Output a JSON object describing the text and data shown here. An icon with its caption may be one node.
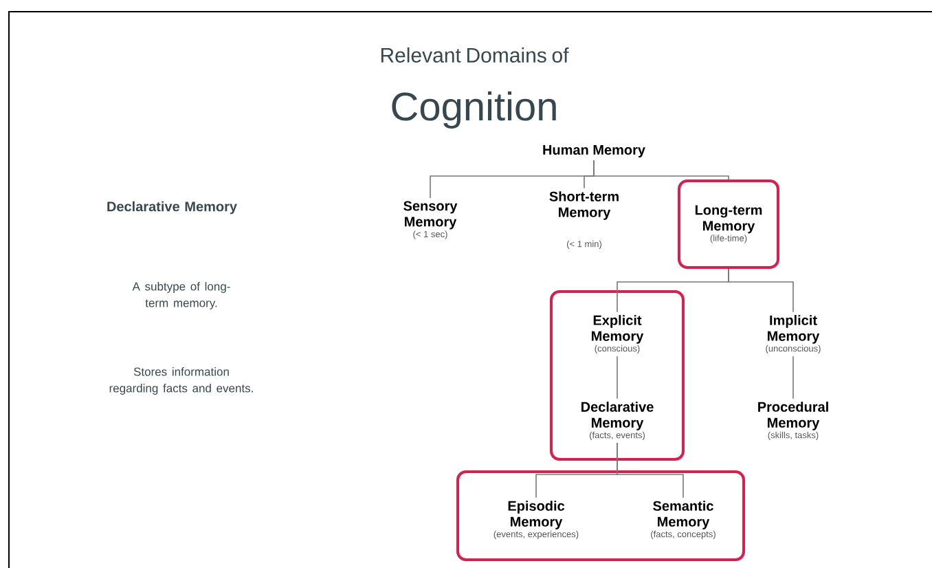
{
  "diagram": {
    "nodes": [
      {
        "text": [
          "Human Memory"
        ]
      },
      {
        "text": [
          "Sensory Memory",
          "(< 1 sec)"
        ]
      },
      {
        "text": [
          "Short-term Memory",
          "(< 1 min)"
        ]
      },
      {
        "text": [
          "Long-term Memory",
          "(life-time)"
        ]
      },
      {
        "text": [],
        "shape": "box"
      },
      {
        "text": [
          "Explicit Memory",
          "(conscious)"
        ],
        "in": 4
      },
      {
        "text": [
          "Declarative Memory",
          "(facts, events)"
        ],
        "in": 4
      },
      {
        "text": [
          "Implicit Memory",
          "(unconscious)"
        ]
      },
      {
        "text": [
          "Procedural Memory",
          "(skills, tasks)"
        ]
      },
      {
        "text": [],
        "shape": "box"
      },
      {
        "text": [
          "Episodic Memory",
          "(events, experiences)"
        ],
        "in": 9
      },
      {
        "text": [
          "Semantic Memory",
          "(facts, concepts)"
        ],
        "in": 9
      }
    ],
    "edges": [
      {
        "from": 0,
        "to": 1,
        "arrow": "none"
      },
      {
        "from": 0,
        "to": 2,
        "arrow": "none"
      },
      {
        "from": 0,
        "to": 3,
        "arrow": "none"
      },
      {
        "from": 3,
        "to": 5,
        "arrow": "none"
      },
      {
        "from": 3,
        "to": 7,
        "arrow": "none"
      },
      {
        "from": 5,
        "to": 6,
        "arrow": "none"
      },
      {
        "from": 7,
        "to": 8,
        "arrow": "none"
      },
      {
        "from": 6,
        "to": 10,
        "arrow": "none"
      },
      {
        "from": 6,
        "to": 11,
        "arrow": "none"
      }
    ],
    "labels": [
      "Relevant Domains of",
      "Cognition",
      "Declarative Memory",
      "A subtype of long-term memory.",
      "Stores information regarding facts and events."
    ]
  }
}
